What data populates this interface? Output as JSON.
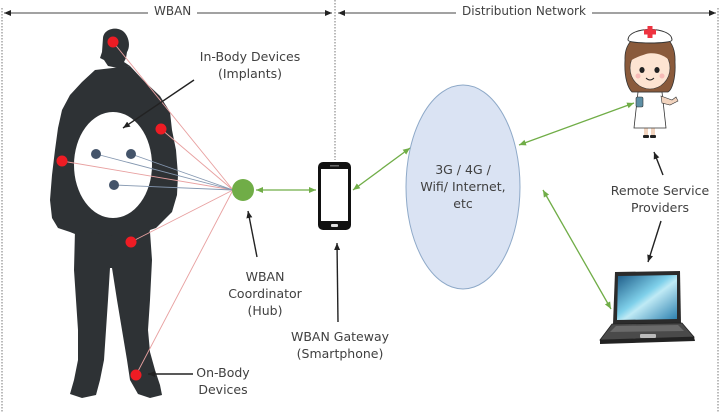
{
  "sections": {
    "wban": "WBAN",
    "distribution": "Distribution Network"
  },
  "labels": {
    "in_body": [
      "In-Body Devices",
      "(Implants)"
    ],
    "on_body": [
      "On-Body",
      "Devices"
    ],
    "coordinator": [
      "WBAN",
      "Coordinator",
      "(Hub)"
    ],
    "gateway": [
      "WBAN Gateway",
      "(Smartphone)"
    ],
    "network": [
      "3G / 4G /",
      "Wifi/ Internet,",
      "etc"
    ],
    "remote": [
      "Remote Service",
      "Providers"
    ]
  },
  "colors": {
    "body": "#2e3235",
    "on_body_sensor": "#ee1c24",
    "in_body_sensor": "#44546a",
    "hub": "#70ad47",
    "link_green": "#70ad47",
    "link_red": "#e8a0a0",
    "link_blue": "#8497b0",
    "network_fill": "#dae3f3",
    "network_stroke": "#8ea9c8",
    "text": "#404040"
  },
  "nodes": [
    {
      "id": "on-body-head",
      "type": "on-body"
    },
    {
      "id": "on-body-shoulder",
      "type": "on-body"
    },
    {
      "id": "on-body-arm",
      "type": "on-body"
    },
    {
      "id": "on-body-hip",
      "type": "on-body"
    },
    {
      "id": "on-body-ankle",
      "type": "on-body"
    },
    {
      "id": "in-body-1",
      "type": "in-body"
    },
    {
      "id": "in-body-2",
      "type": "in-body"
    },
    {
      "id": "in-body-3",
      "type": "in-body"
    },
    {
      "id": "hub",
      "type": "coordinator"
    },
    {
      "id": "gateway",
      "type": "smartphone"
    },
    {
      "id": "network",
      "type": "cloud"
    },
    {
      "id": "nurse",
      "type": "remote-provider"
    },
    {
      "id": "laptop",
      "type": "remote-provider"
    }
  ],
  "links": [
    {
      "from": "on-body-head",
      "to": "hub",
      "kind": "wireless-on-body"
    },
    {
      "from": "on-body-shoulder",
      "to": "hub",
      "kind": "wireless-on-body"
    },
    {
      "from": "on-body-arm",
      "to": "hub",
      "kind": "wireless-on-body"
    },
    {
      "from": "on-body-hip",
      "to": "hub",
      "kind": "wireless-on-body"
    },
    {
      "from": "on-body-ankle",
      "to": "hub",
      "kind": "wireless-on-body"
    },
    {
      "from": "in-body-1",
      "to": "hub",
      "kind": "wireless-in-body"
    },
    {
      "from": "in-body-2",
      "to": "hub",
      "kind": "wireless-in-body"
    },
    {
      "from": "in-body-3",
      "to": "hub",
      "kind": "wireless-in-body"
    },
    {
      "from": "hub",
      "to": "gateway",
      "kind": "bidirectional"
    },
    {
      "from": "gateway",
      "to": "network",
      "kind": "bidirectional"
    },
    {
      "from": "network",
      "to": "nurse",
      "kind": "bidirectional"
    },
    {
      "from": "network",
      "to": "laptop",
      "kind": "bidirectional"
    }
  ]
}
